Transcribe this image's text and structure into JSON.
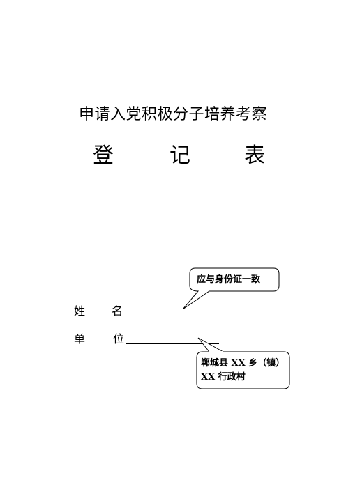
{
  "title": {
    "line1": "申请入党积极分子培养考察",
    "line2": [
      "登",
      "记",
      "表"
    ]
  },
  "fields": {
    "name": {
      "char1": "姓",
      "char2": "名"
    },
    "unit": {
      "char1": "单",
      "char2": "位"
    }
  },
  "notes": {
    "name_note": "应与身份证一致",
    "unit_note_line1": "郸城县 XX 乡（镇）",
    "unit_note_line2": "XX 行政村"
  }
}
